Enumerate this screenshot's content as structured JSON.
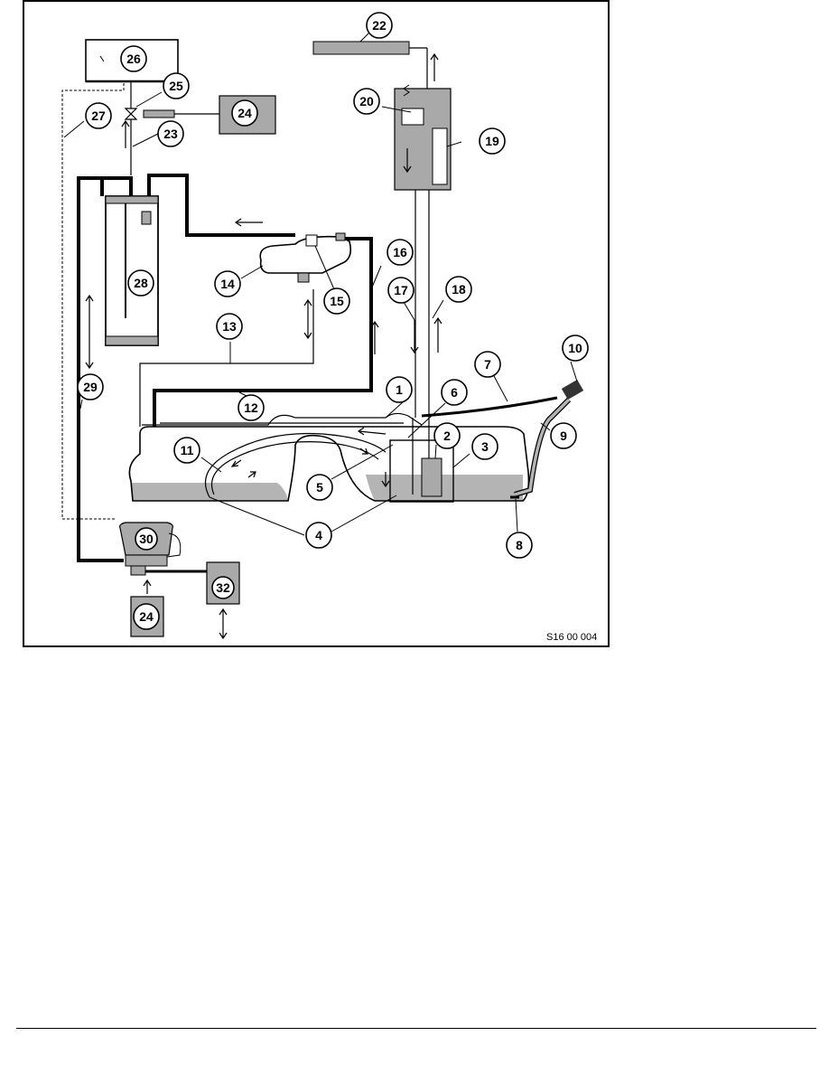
{
  "figure": {
    "code": "S16 00 004",
    "callouts": [
      {
        "id": "c1",
        "label": "1"
      },
      {
        "id": "c2",
        "label": "2"
      },
      {
        "id": "c3",
        "label": "3"
      },
      {
        "id": "c4",
        "label": "4"
      },
      {
        "id": "c5",
        "label": "5"
      },
      {
        "id": "c6",
        "label": "6"
      },
      {
        "id": "c7",
        "label": "7"
      },
      {
        "id": "c8",
        "label": "8"
      },
      {
        "id": "c9",
        "label": "9"
      },
      {
        "id": "c10",
        "label": "10"
      },
      {
        "id": "c11",
        "label": "11"
      },
      {
        "id": "c12",
        "label": "12"
      },
      {
        "id": "c13",
        "label": "13"
      },
      {
        "id": "c14",
        "label": "14"
      },
      {
        "id": "c15",
        "label": "15"
      },
      {
        "id": "c16",
        "label": "16"
      },
      {
        "id": "c17",
        "label": "17"
      },
      {
        "id": "c18",
        "label": "18"
      },
      {
        "id": "c19",
        "label": "19"
      },
      {
        "id": "c20",
        "label": "20"
      },
      {
        "id": "c22",
        "label": "22"
      },
      {
        "id": "c23",
        "label": "23"
      },
      {
        "id": "c24a",
        "label": "24"
      },
      {
        "id": "c24b",
        "label": "24"
      },
      {
        "id": "c25",
        "label": "25"
      },
      {
        "id": "c26",
        "label": "26"
      },
      {
        "id": "c27",
        "label": "27"
      },
      {
        "id": "c28",
        "label": "28"
      },
      {
        "id": "c29",
        "label": "29"
      },
      {
        "id": "c30",
        "label": "30"
      },
      {
        "id": "c32",
        "label": "32"
      }
    ]
  },
  "colors": {
    "fuel": "#b4b4b4",
    "component": "#a9a9a9",
    "line": "#000000"
  }
}
